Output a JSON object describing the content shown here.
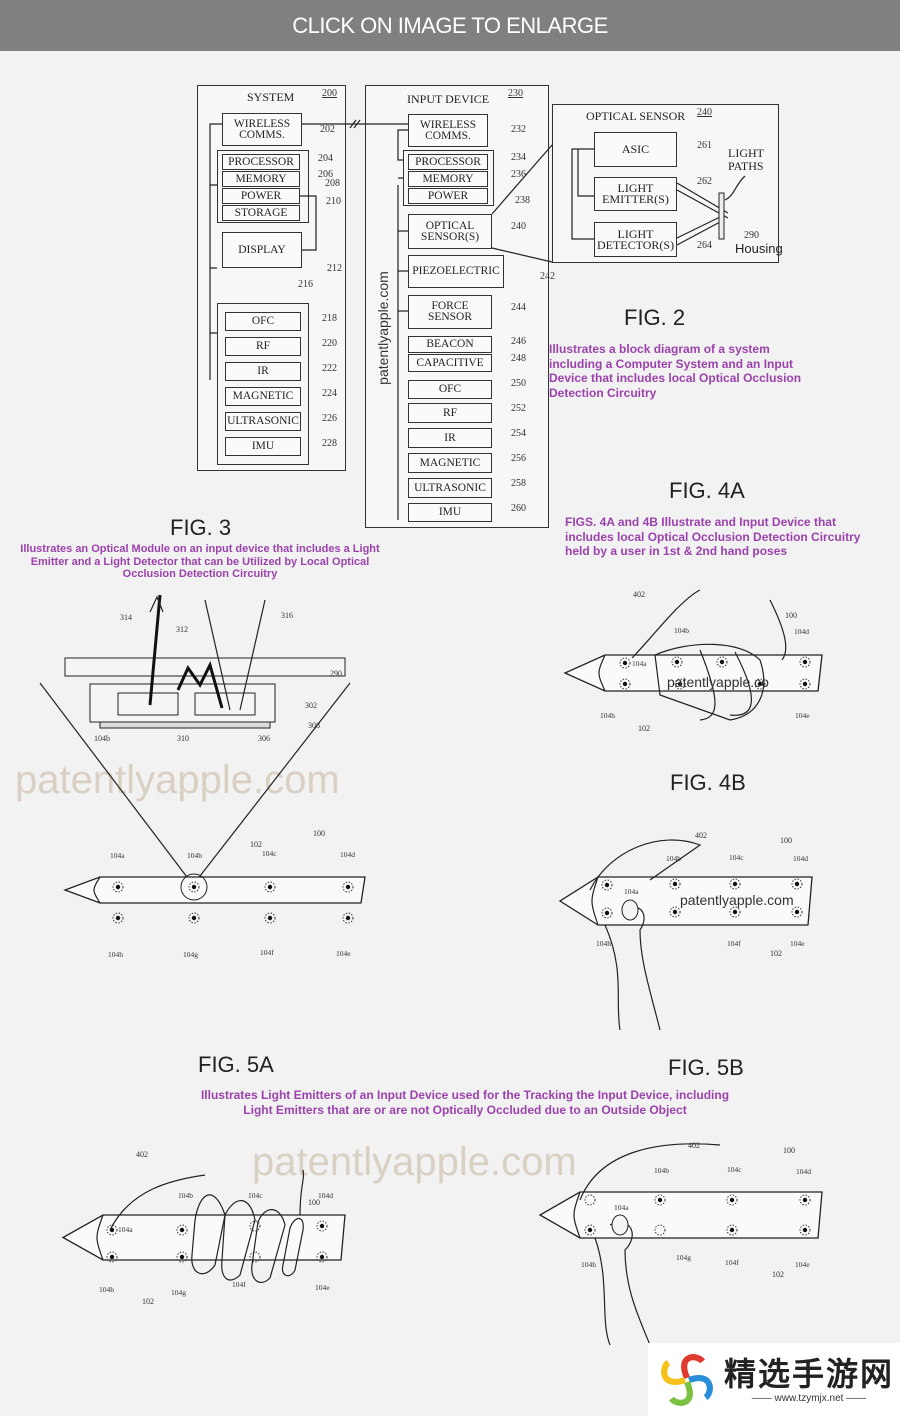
{
  "header": {
    "text": "CLICK ON IMAGE TO ENLARGE"
  },
  "fig2": {
    "label": "FIG. 2",
    "caption": "Illustrates a block diagram of a system including a Computer System and an Input Device that includes local Optical Occlusion Detection Circuitry",
    "system": {
      "title": "SYSTEM",
      "ref": "200",
      "blocks": [
        {
          "label": "WIRELESS COMMS.",
          "ref": "202"
        },
        {
          "label": "PROCESSOR",
          "ref": "204"
        },
        {
          "label": "MEMORY",
          "ref": "206"
        },
        {
          "label": "POWER",
          "ref": "208"
        },
        {
          "label": "STORAGE",
          "ref": "210"
        },
        {
          "label": "DISPLAY",
          "ref": "212"
        }
      ],
      "sensor_group_ref": "216",
      "sensors": [
        {
          "label": "OFC",
          "ref": "218"
        },
        {
          "label": "RF",
          "ref": "220"
        },
        {
          "label": "IR",
          "ref": "222"
        },
        {
          "label": "MAGNETIC",
          "ref": "224"
        },
        {
          "label": "ULTRASONIC",
          "ref": "226"
        },
        {
          "label": "IMU",
          "ref": "228"
        }
      ]
    },
    "input_device": {
      "title": "INPUT DEVICE",
      "ref": "230",
      "watermark": "patentlyapple.com",
      "blocks": [
        {
          "label": "WIRELESS COMMS.",
          "ref": "232"
        },
        {
          "label": "PROCESSOR",
          "ref": "234"
        },
        {
          "label": "MEMORY",
          "ref": "236"
        },
        {
          "label": "POWER",
          "ref": "238"
        },
        {
          "label": "OPTICAL SENSOR(S)",
          "ref": "240"
        },
        {
          "label": "PIEZOELECTRIC",
          "ref": "242"
        },
        {
          "label": "FORCE SENSOR",
          "ref": "244"
        },
        {
          "label": "BEACON",
          "ref": "246"
        },
        {
          "label": "CAPACITIVE",
          "ref": "248"
        },
        {
          "label": "OFC",
          "ref": "250"
        },
        {
          "label": "RF",
          "ref": "252"
        },
        {
          "label": "IR",
          "ref": "254"
        },
        {
          "label": "MAGNETIC",
          "ref": "256"
        },
        {
          "label": "ULTRASONIC",
          "ref": "258"
        },
        {
          "label": "IMU",
          "ref": "260"
        }
      ]
    },
    "optical_sensor": {
      "title": "OPTICAL SENSOR",
      "ref": "240",
      "blocks": [
        {
          "label": "ASIC",
          "ref": "261"
        },
        {
          "label": "LIGHT EMITTER(S)",
          "ref": "262"
        },
        {
          "label": "LIGHT DETECTOR(S)",
          "ref": "264"
        }
      ],
      "light_paths": "LIGHT PATHS",
      "housing": "Housing",
      "housing_ref": "290"
    }
  },
  "fig3": {
    "label": "FIG. 3",
    "caption": "Illustrates an Optical Module on an input device that includes a Light Emitter and a Light Detector that can be Utilized by Local Optical Occlusion Detection Circuitry",
    "refs": [
      "314",
      "312",
      "316",
      "290",
      "302",
      "308",
      "104b",
      "310",
      "306",
      "102",
      "100"
    ],
    "emitter_labels": [
      "104a",
      "104b",
      "104c",
      "104d",
      "104h",
      "104g",
      "104f",
      "104e"
    ]
  },
  "fig4a": {
    "label": "FIG. 4A",
    "caption": "FIGS. 4A and 4B Illustrate and Input Device that includes local Optical Occlusion Detection Circuitry held by a user in 1st & 2nd hand poses",
    "refs": [
      "402",
      "100",
      "102"
    ],
    "emitter_labels": [
      "104a",
      "104b",
      "104d",
      "104h",
      "104e"
    ],
    "watermark": "patentlyapple.co"
  },
  "fig4b": {
    "label": "FIG. 4B",
    "refs": [
      "402",
      "100",
      "102"
    ],
    "emitter_labels": [
      "104a",
      "104b",
      "104c",
      "104d",
      "104h",
      "104f",
      "104e"
    ],
    "watermark": "patentlyapple.com"
  },
  "fig5a": {
    "label": "FIG. 5A",
    "refs": [
      "402",
      "100",
      "102"
    ],
    "emitter_labels": [
      "104a",
      "104b",
      "104c",
      "104d",
      "104h",
      "104g",
      "104f",
      "104e"
    ]
  },
  "fig5b": {
    "label": "FIG. 5B",
    "refs": [
      "402",
      "100",
      "102"
    ],
    "emitter_labels": [
      "104a",
      "104b",
      "104c",
      "104d",
      "104h",
      "104g",
      "104f",
      "104e"
    ]
  },
  "fig5_caption": "Illustrates Light Emitters of an Input Device used for the Tracking the Input Device, including Light Emitters that are or are not Optically Occluded due to an Outside Object",
  "watermarks": [
    "patentlyapple.com",
    "patentlyapple.com"
  ],
  "logo": {
    "name": "精选手游网",
    "url": "www.tzymjx.net"
  }
}
